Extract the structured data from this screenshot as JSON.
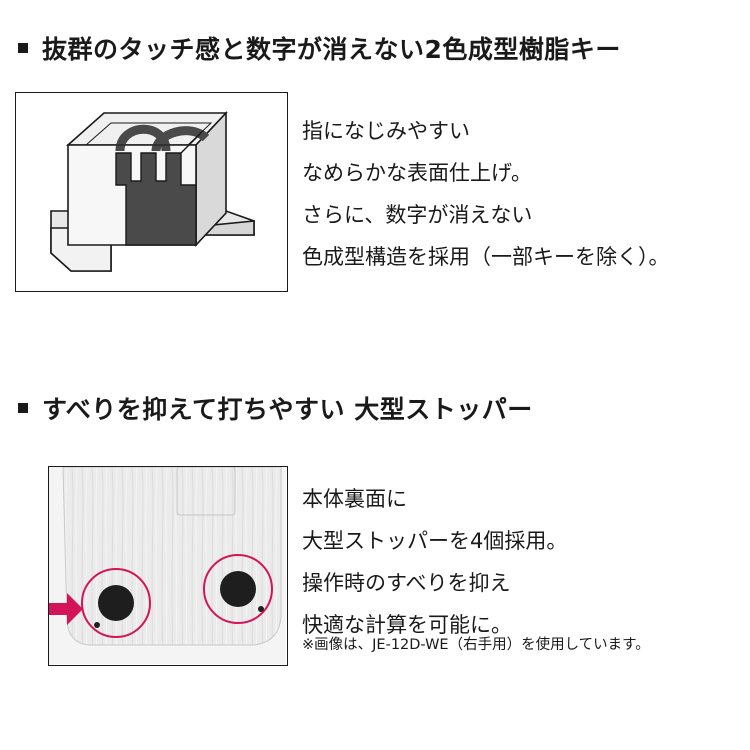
{
  "section1": {
    "heading": "抜群のタッチ感と数字が消えない2色成型樹脂キー",
    "lines": [
      "指になじみやすい",
      "なめらかな表面仕上げ。",
      "さらに、数字が消えない",
      "色成型構造を採用（一部キーを除く）。"
    ]
  },
  "section2": {
    "heading": "すべりを抑えて打ちやすい 大型ストッパー",
    "lines": [
      "本体裏面に",
      "大型ストッパーを4個採用。",
      "操作時のすべりを抑え",
      "快適な計算を可能に。"
    ],
    "note": "※画像は、JE-12D-WE（右手用）を使用しています。"
  },
  "colors": {
    "text": "#1a1a1a",
    "highlight_circle": "#d4145a",
    "arrow": "#d4145a",
    "key_dark": "#4a4a4a",
    "key_light": "#ececec"
  }
}
